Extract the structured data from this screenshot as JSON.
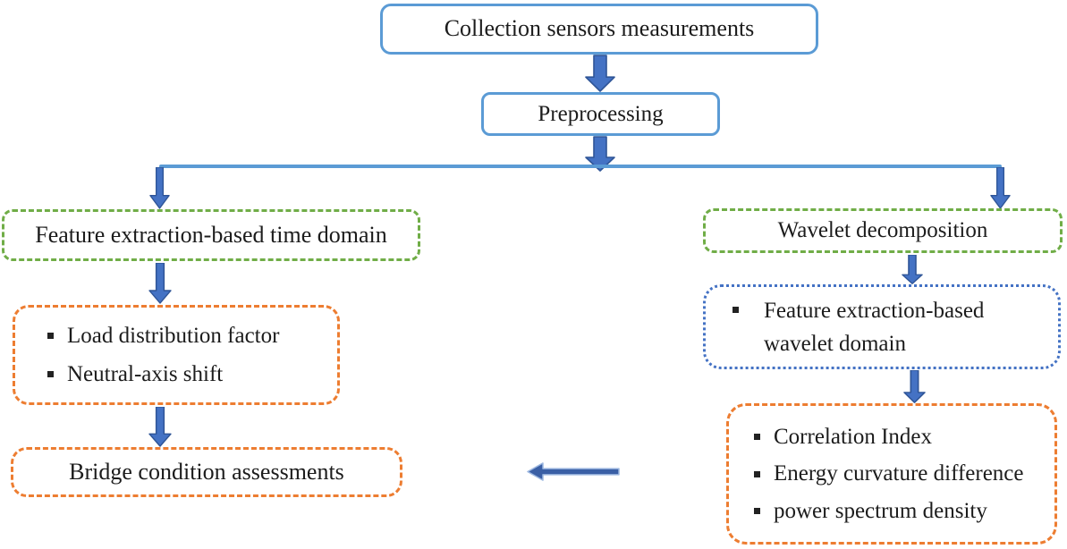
{
  "colors": {
    "box_blue": "#5B9BD5",
    "arrow_fill": "#4472C4",
    "arrow_stroke": "#2F5597",
    "green_dashed": "#70AD47",
    "orange_dashed": "#ED7D31",
    "blue_dotted": "#4472C4",
    "flat_arrow_fill": "#3A5FA5",
    "flat_arrow_stroke": "#9CB7E0",
    "text": "#1C1C1C"
  },
  "flowchart": {
    "collection": {
      "label": "Collection sensors measurements"
    },
    "preprocessing": {
      "label": "Preprocessing"
    },
    "time_domain": {
      "label": "Feature extraction-based time domain"
    },
    "time_features": {
      "items": [
        "Load distribution factor",
        "Neutral-axis shift"
      ]
    },
    "bridge_assessment": {
      "label": "Bridge condition assessments"
    },
    "wavelet": {
      "label": "Wavelet decomposition"
    },
    "wavelet_features": {
      "items": [
        "Feature extraction-based wavelet domain"
      ]
    },
    "wavelet_indices": {
      "items": [
        "Correlation Index",
        "Energy curvature difference",
        "power spectrum density"
      ]
    }
  }
}
